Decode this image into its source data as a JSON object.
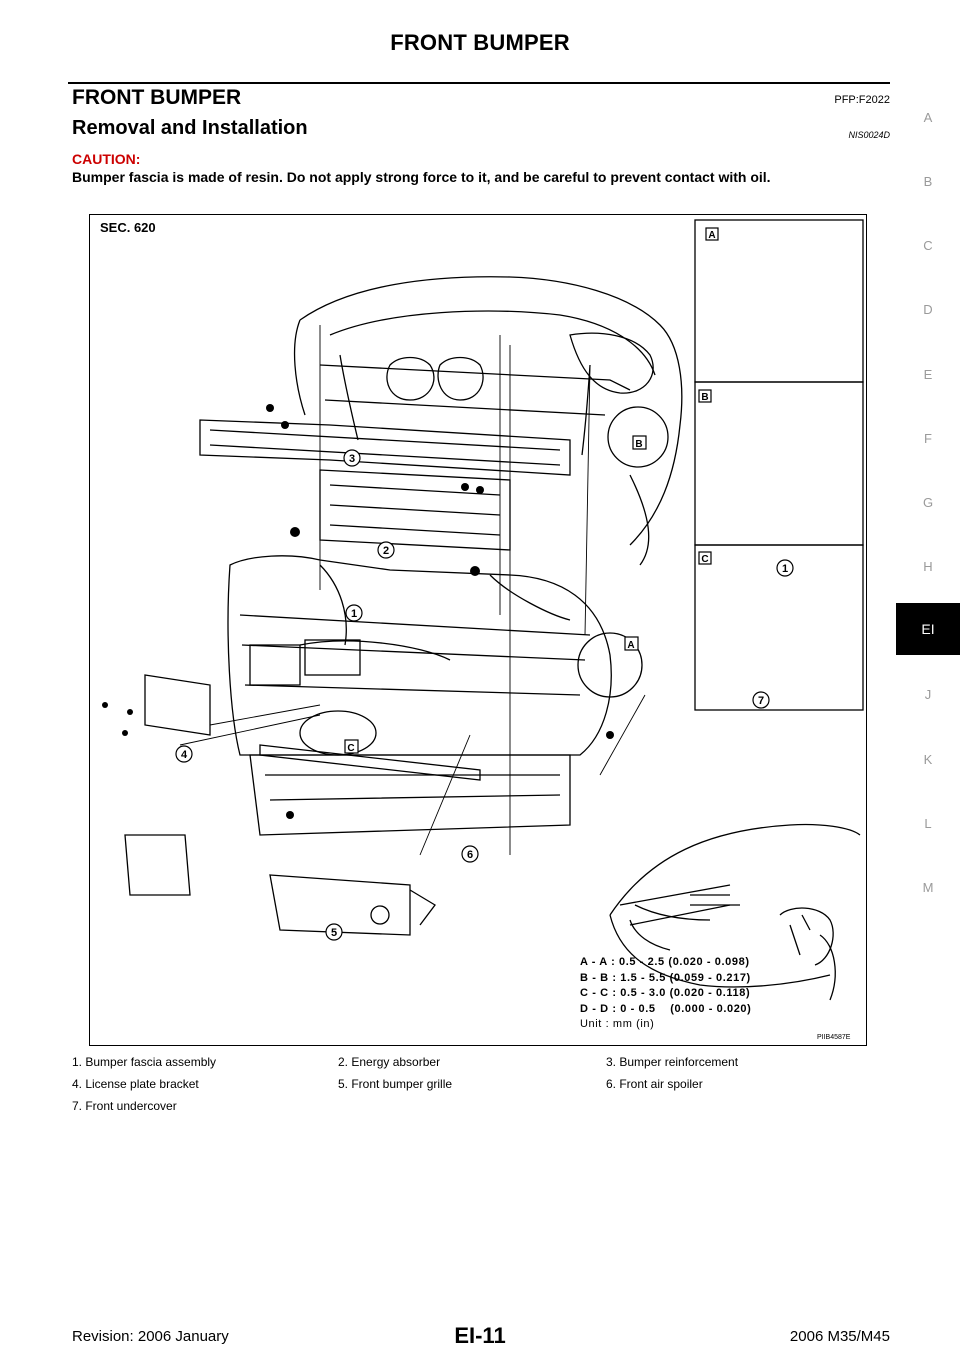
{
  "header": {
    "running_title": "FRONT BUMPER"
  },
  "section": {
    "title": "FRONT BUMPER",
    "code": "PFP:F2022",
    "subtitle": "Removal and Installation",
    "subcode": "NIS0024D"
  },
  "caution": {
    "label": "CAUTION:",
    "text": "Bumper fascia is made of resin. Do not apply strong force to it, and be careful to prevent contact with oil."
  },
  "figure": {
    "sec_label": "SEC. 620",
    "code": "PIIB4587E",
    "callouts": [
      "1",
      "2",
      "3",
      "4",
      "5",
      "6",
      "7"
    ],
    "detail_labels": [
      "A",
      "B",
      "C"
    ],
    "clearance_specs": [
      "A - A : 0.5 - 2.5 (0.020 - 0.098)",
      "B - B : 1.5 - 5.5 (0.059 - 0.217)",
      "C - C : 0.5 - 3.0 (0.020 - 0.118)",
      "D - D : 0 - 0.5    (0.000 - 0.020)"
    ],
    "unit_note": "Unit : mm (in)"
  },
  "legend": [
    "1.   Bumper fascia assembly",
    "2.   Energy absorber",
    "3.   Bumper reinforcement",
    "4.   License plate bracket",
    "5.   Front bumper grille",
    "6.   Front air spoiler",
    "7.   Front undercover"
  ],
  "side_tabs": [
    "A",
    "B",
    "C",
    "D",
    "E",
    "F",
    "G",
    "H",
    "EI",
    "J",
    "K",
    "L",
    "M"
  ],
  "active_tab": "EI",
  "footer": {
    "revision": "Revision: 2006 January",
    "page": "EI-11",
    "model": "2006 M35/M45"
  }
}
